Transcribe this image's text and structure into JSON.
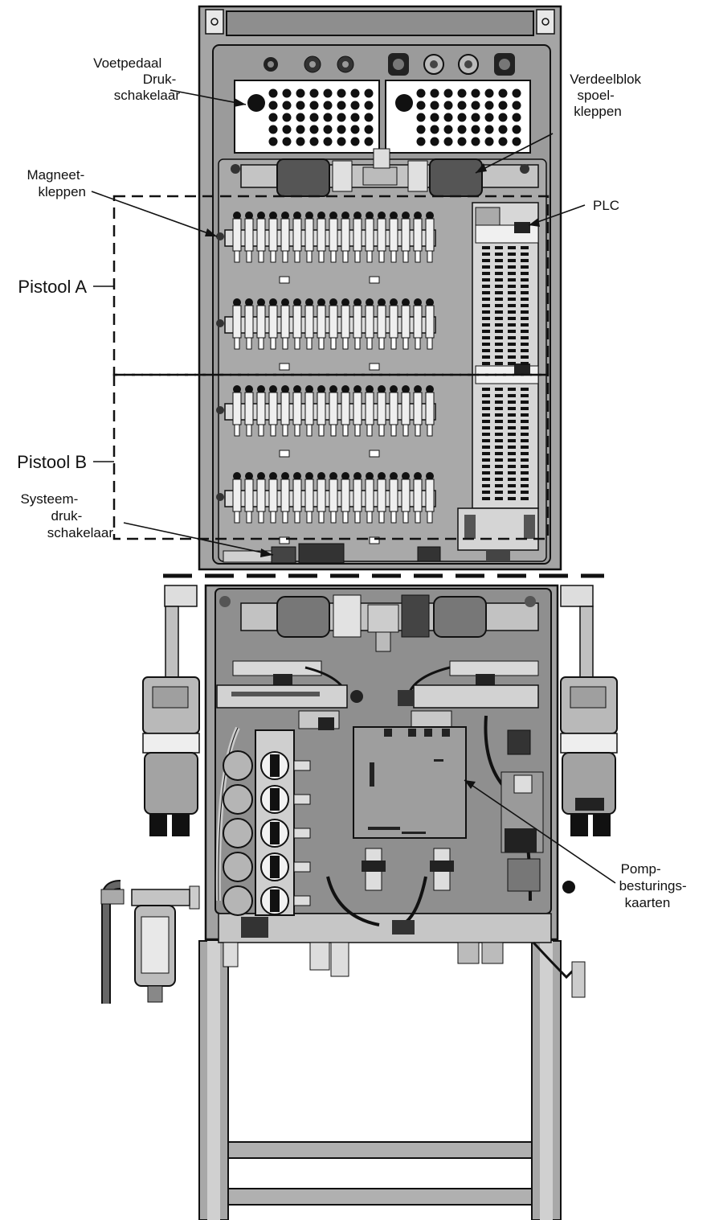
{
  "labels": {
    "voetpedaal": [
      "Voetpedaal",
      "Druk-",
      "schakelaar"
    ],
    "verdeelblok": [
      "Verdeelblok",
      "spoel-",
      "kleppen"
    ],
    "magneet": [
      "Magneet-",
      "kleppen"
    ],
    "plc": "PLC",
    "pistool_a": "Pistool A",
    "pistool_b": "Pistool B",
    "systeem": [
      "Systeem-",
      "druk-",
      "schakelaar"
    ],
    "pomp": [
      "Pomp-",
      "besturings-",
      "kaarten"
    ]
  },
  "colors": {
    "cabinet_gray": "#9a9a9a",
    "panel_gray": "#8a8a8a",
    "light_gray": "#cfcfcf",
    "frame_gray": "#b5b5b5",
    "outline": "#111111",
    "white": "#ffffff"
  }
}
